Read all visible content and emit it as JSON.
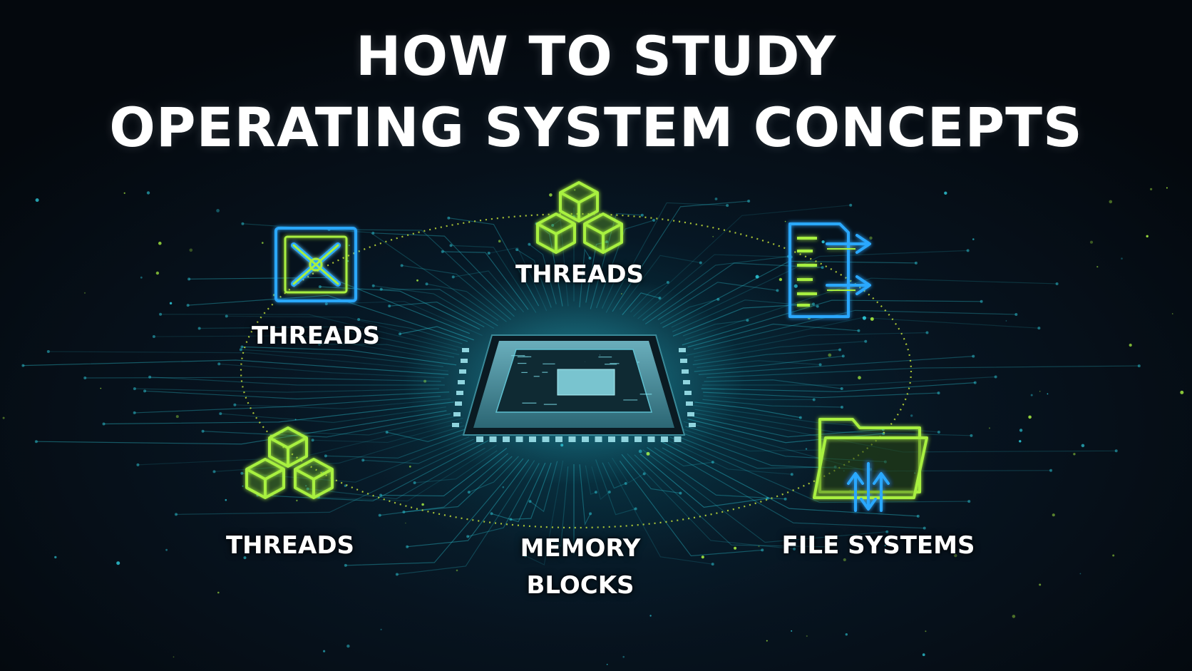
{
  "title": {
    "line1": "HOW TO STUDY",
    "line2": "OPERATING SYSTEM CONCEPTS"
  },
  "nodes": {
    "top": {
      "label": "THREADS",
      "icon": "cubes-icon"
    },
    "top_left": {
      "label": "THREADS",
      "icon": "process-scheduler-icon"
    },
    "top_right": {
      "label": "",
      "icon": "document-arrows-icon"
    },
    "bottom_left": {
      "label": "THREADS",
      "icon": "cubes-icon"
    },
    "bottom": {
      "label_line1": "MEMORY",
      "label_line2": "BLOCKS"
    },
    "bottom_right": {
      "label": "FILE SYSTEMS",
      "icon": "folder-transfer-icon"
    }
  },
  "center": {
    "icon": "cpu-chip-icon"
  },
  "colors": {
    "neon_green": "#a8f040",
    "neon_blue": "#2aa8ff",
    "trace_cyan": "#2fd0e0",
    "background": "#050a10"
  }
}
